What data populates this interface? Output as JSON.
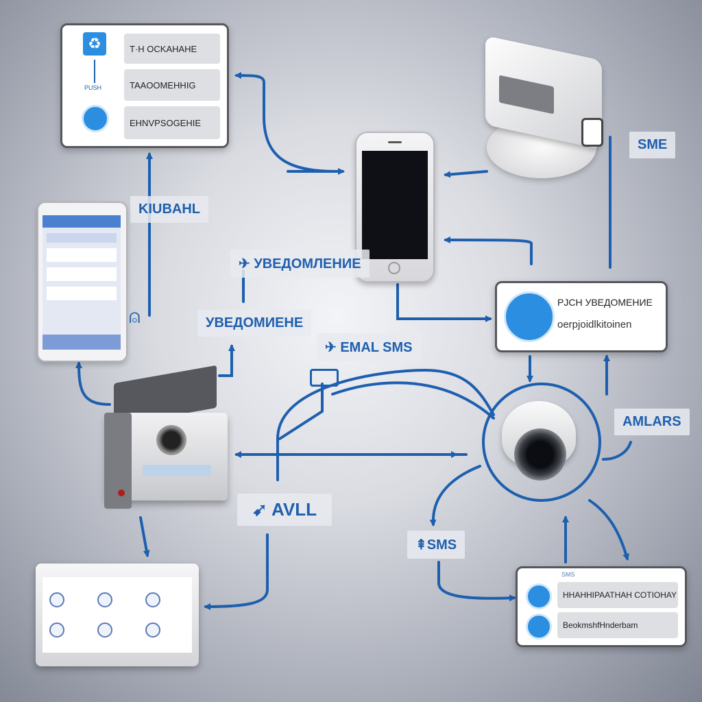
{
  "top_left_card": {
    "rows": [
      "T·H OCKAHAHE",
      "TAAOOMEHHIG",
      "EHNVPSOGEHIE"
    ],
    "caption": "PUSH"
  },
  "labels": {
    "kiuban": "KIUBAHL",
    "uvedomlenie_top": "УВЕДОМЛЕНИЕ",
    "uvedomlenie_mid": "УВЕДОМИЕНЕ",
    "email_sms": "EMAL SMS",
    "sme": "SME",
    "avll": "AVLL",
    "sms": "SMS",
    "alarms": "AMLARS"
  },
  "push_card": {
    "title": "PJCH УВЕДОМЕНИЕ",
    "subtitle": "oerpjoidlkitoinen"
  },
  "bottom_right_card": {
    "header": "SMS",
    "rows": [
      "HHAHHIPAATHAH COTIOHAY",
      "BeokmshfHnderbam"
    ]
  },
  "colors": {
    "arrow": "#1d5fae",
    "label_text": "#1f5fae",
    "accent": "#2b8ee0"
  },
  "icons": [
    "app-icon",
    "push-icon",
    "bell-icon",
    "phone-icon",
    "tablet-icon",
    "router-icon",
    "camera-icon",
    "control-box-icon",
    "panel-icon",
    "sms-icon"
  ]
}
